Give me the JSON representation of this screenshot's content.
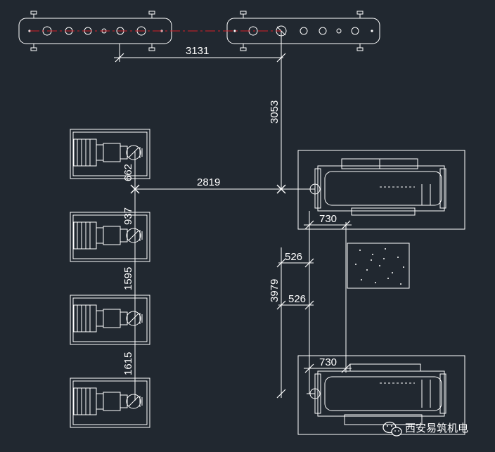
{
  "dimensions": {
    "d3131": "3131",
    "d3053": "3053",
    "d2819": "2819",
    "d662": "662",
    "d937": "937",
    "d1595": "1595",
    "d1615": "1615",
    "d730_top": "730",
    "d730_bottom": "730",
    "d526_upper": "526",
    "d526_lower": "526",
    "d3979": "3979"
  },
  "watermark": {
    "text": "西安易筑机电"
  },
  "colors": {
    "background": "#212830",
    "line": "#ffffff",
    "centerline": "#d81e28"
  }
}
